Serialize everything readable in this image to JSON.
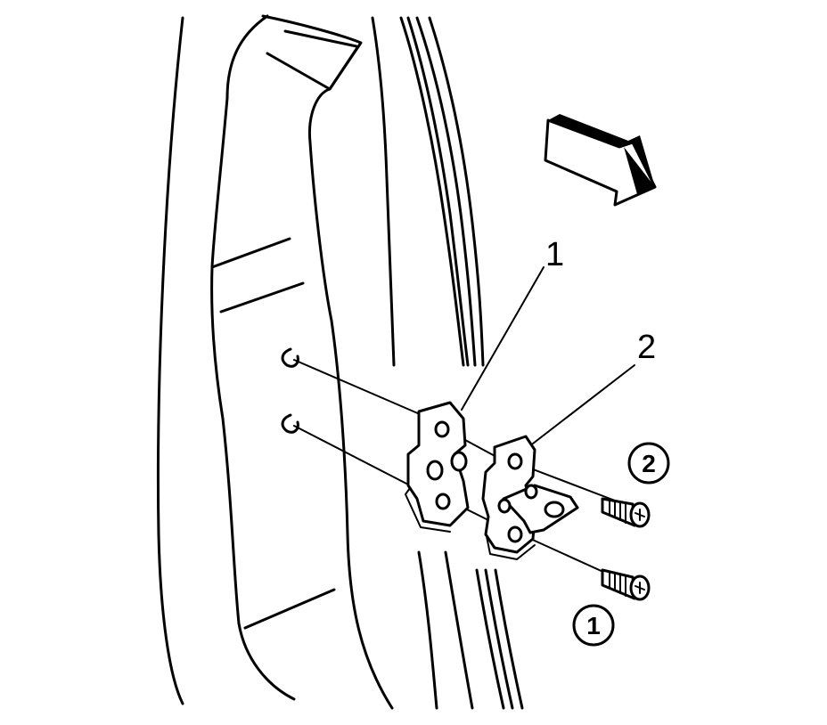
{
  "callouts": {
    "part_1": "1",
    "part_2": "2",
    "step_1": "1",
    "step_2": "2"
  },
  "icons": {
    "direction": "arrow-icon",
    "fastener": "screw-icon"
  }
}
